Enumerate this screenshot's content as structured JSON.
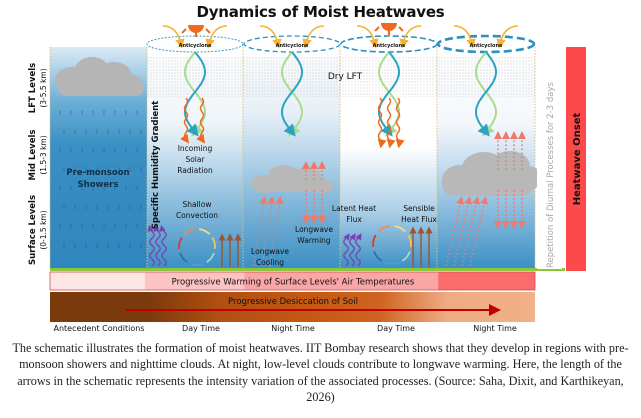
{
  "title": "Dynamics of Moist Heatwaves",
  "level_labels": [
    {
      "name": "LFT Levels",
      "range": "(3-5.5 km)"
    },
    {
      "name": "Mid Levels",
      "range": "(1.5-3 km)"
    },
    {
      "name": "Surface Levels",
      "range": "(0-1.5 km)"
    }
  ],
  "panels": {
    "antecedent": {
      "label": "Pre-monsoon\nShowers",
      "line1": "Pre-monsoon",
      "line2": "Showers"
    },
    "gradient_label": "Specific Humidity Gradient",
    "anticyclone_label": "Anticyclone",
    "dry_lft_label": "Dry LFT",
    "day1": {
      "incoming_solar": [
        "Incoming",
        "Solar",
        "Radiation"
      ],
      "shallow_convection": [
        "Shallow",
        "Convection"
      ]
    },
    "night1": {
      "longwave_cooling": [
        "Longwave",
        "Cooling"
      ],
      "longwave_warming": [
        "Longwave",
        "Warming"
      ]
    },
    "day2": {
      "latent_heat_flux": [
        "Latent Heat",
        "Flux"
      ],
      "sensible_heat_flux": [
        "Sensible",
        "Heat Flux"
      ]
    }
  },
  "repetition_label": "Repetition of Diurnal Processes for 2-3 days",
  "onset_label": "Heatwave Onset",
  "warming_bar_label": "Progressive Warming of Surface Levels' Air Temperatures",
  "soil_bar_label": "Progressive Desiccation of Soil",
  "time_labels": [
    "Antecedent Conditions",
    "Day Time",
    "Night Time",
    "Day Time",
    "Night Time"
  ],
  "caption": "The schematic illustrates the formation of moist heatwaves. IIT Bombay research shows that they develop in regions with pre-monsoon showers and nighttime clouds. At night, low-level clouds contribute to longwave warming. Here, the length of the arrows in the schematic represents the intensity variation of the associated processes. (Source: Saha, Dixit, and Karthikeyan, 2026)",
  "colors": {
    "sky_blue": "#3a8fc4",
    "onset_red": "#fc4a4a",
    "ground_green": "#8cc63f",
    "soil_dark": "#7a3a0c",
    "soil_light": "#f0b088",
    "arrow_red": "#c00000"
  }
}
